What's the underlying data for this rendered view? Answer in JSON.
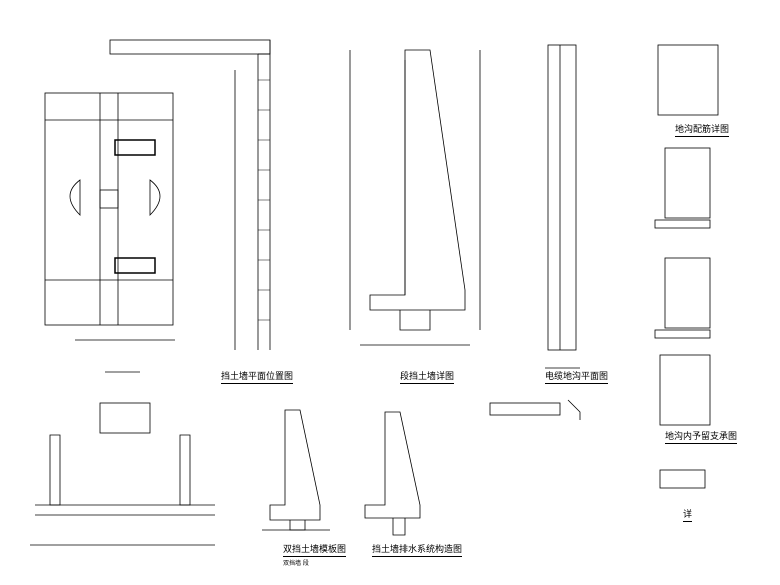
{
  "drawing": {
    "titles": {
      "plan": "挡土墙平面位置图",
      "wall_detail": "段挡土墙详图",
      "trench_plan": "电缆地沟平面图",
      "trench_rebar": "地沟配筋详图",
      "trench_support": "地沟内予留支承图",
      "double_wall_formwork": "双挡土墙模板图",
      "double_wall_sub": "双挡墙 段",
      "drainage": "挡土墙排水系统构造图",
      "detail": "详"
    },
    "colors": {
      "line": "#000000",
      "background": "#ffffff"
    }
  }
}
